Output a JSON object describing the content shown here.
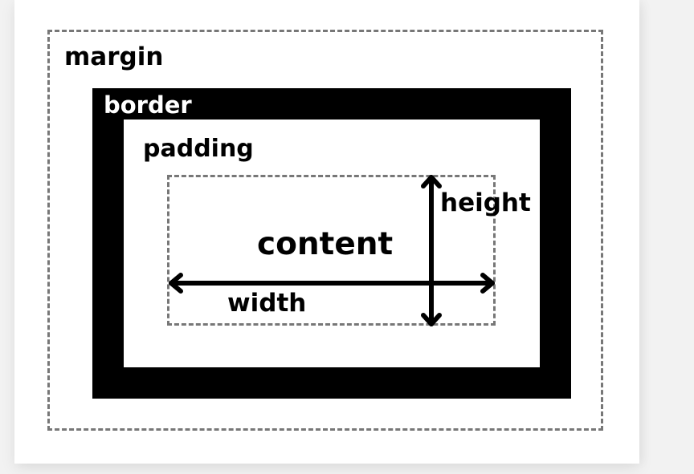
{
  "labels": {
    "margin": "margin",
    "border": "border",
    "padding": "padding",
    "content": "content",
    "height": "height",
    "width": "width"
  },
  "colors": {
    "background": "#f2f2f2",
    "card": "#ffffff",
    "border_fill": "#000000",
    "dashed_line": "#777777",
    "text_dark": "#000000",
    "text_light": "#ffffff"
  }
}
